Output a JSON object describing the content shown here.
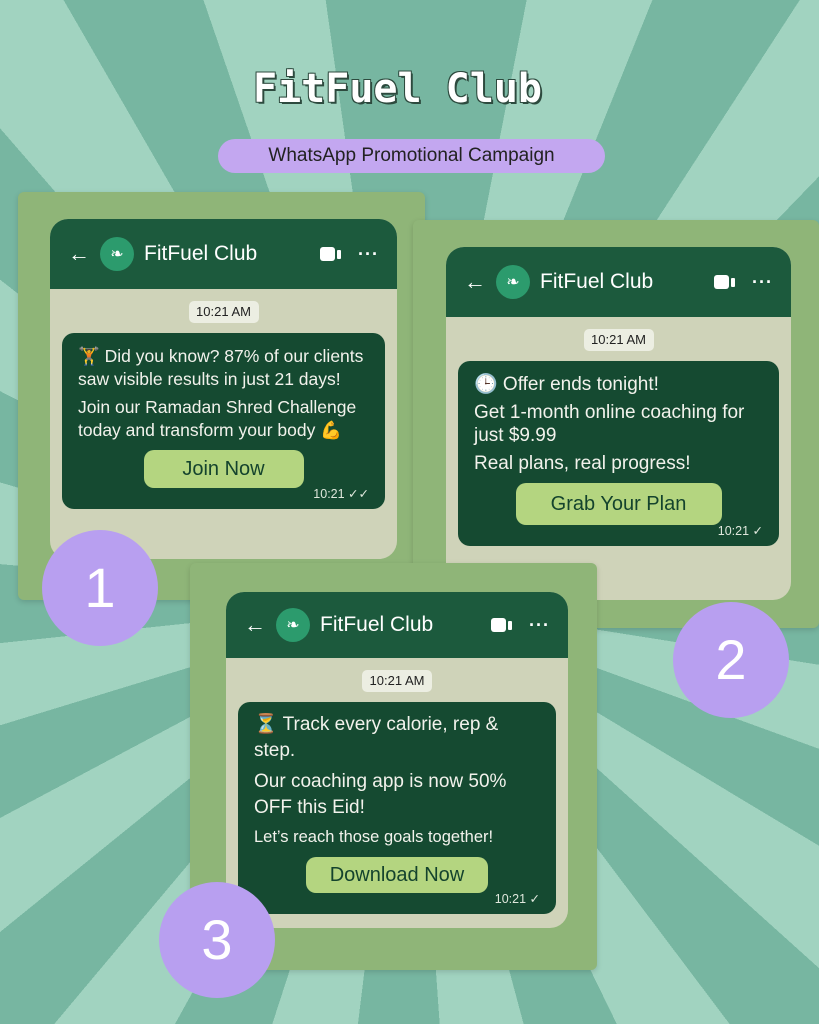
{
  "title": "FitFuel Club",
  "subtitle": "WhatsApp Promotional Campaign",
  "cards": [
    {
      "number": "1",
      "contact": "FitFuel Club",
      "date_stamp": "10:21 AM",
      "lines": [
        "🏋 Did you know? 87% of our clients saw visible results in just 21 days!",
        "Join our Ramadan Shred Challenge today and transform your body 💪"
      ],
      "cta": "Join Now",
      "time": "10:21 ✓✓"
    },
    {
      "number": "2",
      "contact": "FitFuel Club",
      "date_stamp": "10:21 AM",
      "lines": [
        "🕒 Offer ends tonight!",
        "Get 1-month online coaching for just $9.99",
        "Real plans, real progress!"
      ],
      "cta": "Grab Your Plan",
      "time": "10:21 ✓"
    },
    {
      "number": "3",
      "contact": "FitFuel Club",
      "date_stamp": "10:21 AM",
      "lines": [
        "⏳ Track every calorie, rep & step.",
        "Our coaching app is now 50% OFF this Eid!",
        "Let’s reach those goals together!"
      ],
      "cta": "Download Now",
      "time": "10:21 ✓"
    }
  ]
}
